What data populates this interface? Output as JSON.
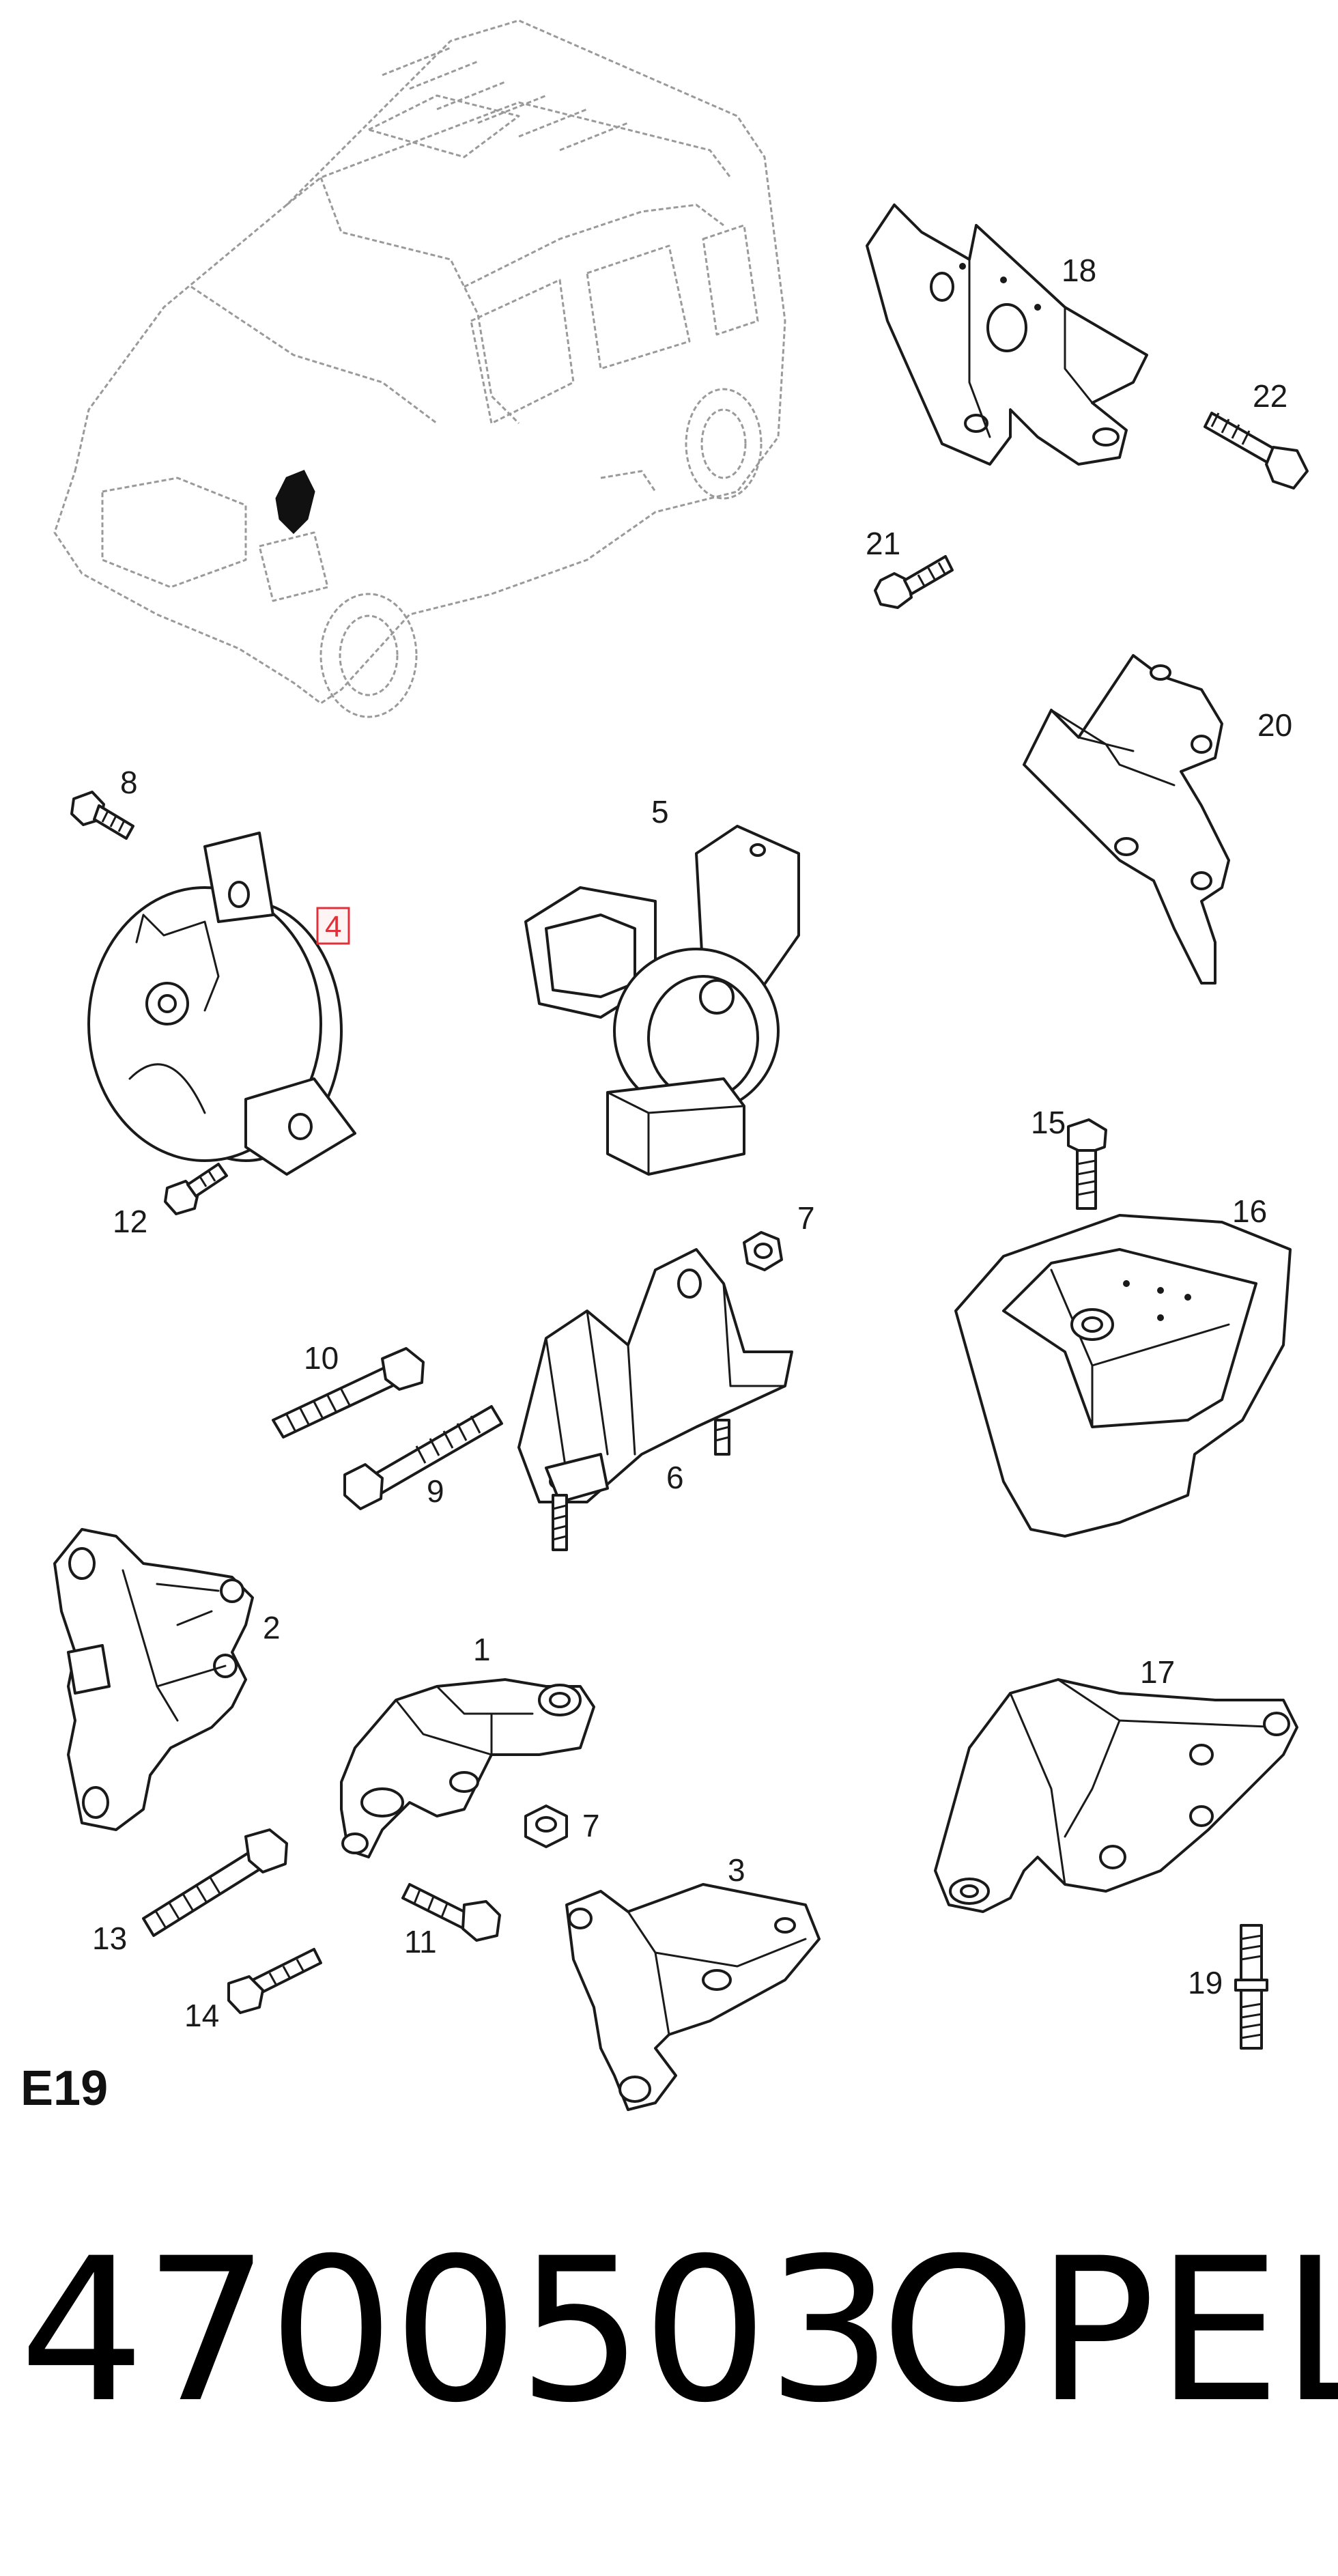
{
  "diagram": {
    "code": "E19",
    "highlight_color": "#e0313b",
    "callouts": {
      "p1": "1",
      "p2": "2",
      "p3": "3",
      "p4": "4",
      "p5": "5",
      "p6": "6",
      "p7a": "7",
      "p7b": "7",
      "p8": "8",
      "p9": "9",
      "p10": "10",
      "p11": "11",
      "p12": "12",
      "p13": "13",
      "p14": "14",
      "p15": "15",
      "p16": "16",
      "p17": "17",
      "p18": "18",
      "p19": "19",
      "p20": "20",
      "p21": "21",
      "p22": "22"
    },
    "highlighted_callout": "4"
  },
  "footer": {
    "part_number": "4700503",
    "brand": "OPEL"
  }
}
